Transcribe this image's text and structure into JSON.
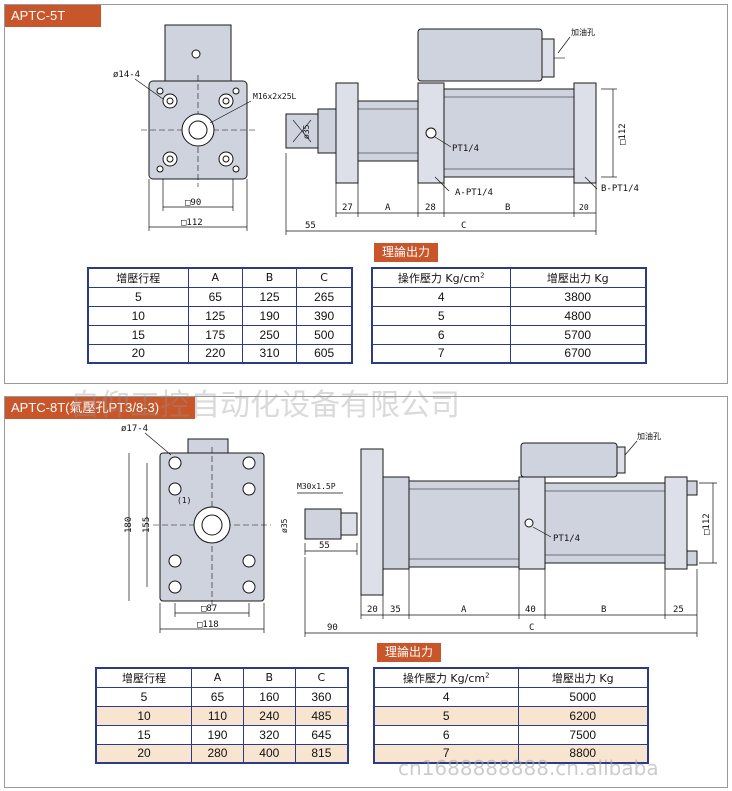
{
  "panel1": {
    "tag": "APTC-5T",
    "section_title": "理論出力",
    "labels": {
      "bore": "ø14-4",
      "thread": "M16x2x25L",
      "sq90": "□90",
      "sq112": "□112",
      "dia35": "ø35",
      "d27": "27",
      "dA": "A",
      "d28": "28",
      "dB": "B",
      "d20": "20",
      "d55": "55",
      "dC": "C",
      "pt": "PT1/4",
      "apt": "A-PT1/4",
      "bpt": "B-PT1/4",
      "oil": "加油孔",
      "h112": "□112"
    },
    "stroke_table": {
      "headers": [
        "增壓行程",
        "A",
        "B",
        "C"
      ],
      "rows": [
        [
          "5",
          "65",
          "125",
          "265"
        ],
        [
          "10",
          "125",
          "190",
          "390"
        ],
        [
          "15",
          "175",
          "250",
          "500"
        ],
        [
          "20",
          "220",
          "310",
          "605"
        ]
      ]
    },
    "force_table": {
      "header_pressure": "操作壓力 Kg/cm",
      "header_sup": "2",
      "header_force": "增壓出力 Kg",
      "rows": [
        [
          "4",
          "3800"
        ],
        [
          "5",
          "4800"
        ],
        [
          "6",
          "5700"
        ],
        [
          "7",
          "6700"
        ]
      ]
    }
  },
  "panel2": {
    "tag": "APTC-8T(氣壓孔PT3/8-3)",
    "section_title": "理論出力",
    "labels": {
      "bore": "ø17-4",
      "mark": "(1)",
      "h180": "180",
      "h155": "155",
      "sq87": "□87",
      "sq118": "□118",
      "thread": "M30x1.5P",
      "dia35": "ø35",
      "d55": "55",
      "d90": "90",
      "d20": "20",
      "d35": "35",
      "dA": "A",
      "d40": "40",
      "dB": "B",
      "d25": "25",
      "dC": "C",
      "pt": "PT1/4",
      "oil": "加油孔",
      "h112": "□112"
    },
    "stroke_table": {
      "headers": [
        "增壓行程",
        "A",
        "B",
        "C"
      ],
      "rows": [
        [
          "5",
          "65",
          "160",
          "360"
        ],
        [
          "10",
          "110",
          "240",
          "485"
        ],
        [
          "15",
          "190",
          "320",
          "645"
        ],
        [
          "20",
          "280",
          "400",
          "815"
        ]
      ]
    },
    "force_table": {
      "header_pressure": "操作壓力 Kg/cm",
      "header_sup": "2",
      "header_force": "增壓出力 Kg",
      "rows": [
        [
          "4",
          "5000"
        ],
        [
          "5",
          "6200"
        ],
        [
          "6",
          "7500"
        ],
        [
          "7",
          "8800"
        ]
      ]
    }
  },
  "watermarks": {
    "company": "自仰工控自动化设备有限公司",
    "domain": "cn1688888888.cn.alibaba"
  },
  "colors": {
    "accent": "#c8562a",
    "table_border": "#2b3b88",
    "row_highlight": "#f7e5cf",
    "part_fill": "#cfd3de"
  }
}
